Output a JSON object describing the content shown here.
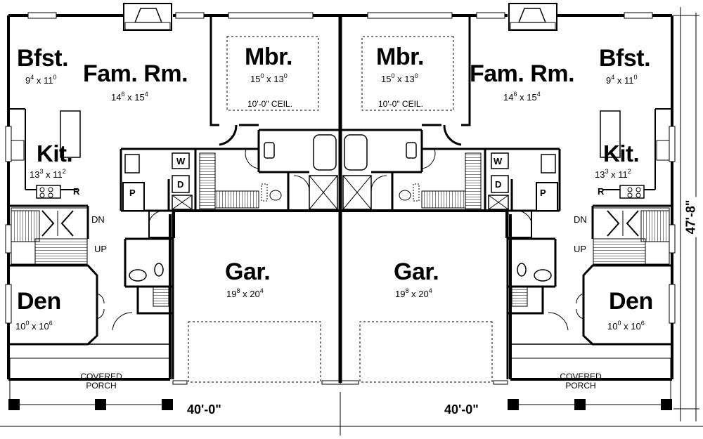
{
  "left_unit": {
    "bfst": {
      "name": "Bfst.",
      "w": "9",
      "wi": "4",
      "l": "11",
      "li": "0"
    },
    "fam": {
      "name": "Fam. Rm.",
      "w": "14",
      "wi": "6",
      "l": "15",
      "li": "4"
    },
    "mbr": {
      "name": "Mbr.",
      "w": "15",
      "wi": "0",
      "l": "13",
      "li": "0",
      "ceil": "10'-0\" CEIL."
    },
    "kit": {
      "name": "Kit.",
      "w": "13",
      "wi": "3",
      "l": "11",
      "li": "2"
    },
    "gar": {
      "name": "Gar.",
      "w": "19",
      "wi": "8",
      "l": "20",
      "li": "4"
    },
    "den": {
      "name": "Den",
      "w": "10",
      "wi": "0",
      "l": "10",
      "li": "6"
    },
    "porch_line1": "COVERED",
    "porch_line2": "PORCH",
    "laundry_w": "W",
    "laundry_d": "D",
    "pantry": "P",
    "range": "R",
    "stair_dn": "DN",
    "stair_up": "UP"
  },
  "right_unit": {
    "bfst": {
      "name": "Bfst.",
      "w": "9",
      "wi": "4",
      "l": "11",
      "li": "0"
    },
    "fam": {
      "name": "Fam. Rm.",
      "w": "14",
      "wi": "6",
      "l": "15",
      "li": "4"
    },
    "mbr": {
      "name": "Mbr.",
      "w": "15",
      "wi": "0",
      "l": "13",
      "li": "0",
      "ceil": "10'-0\" CEIL."
    },
    "kit": {
      "name": "Kit.",
      "w": "13",
      "wi": "3",
      "l": "11",
      "li": "2"
    },
    "gar": {
      "name": "Gar.",
      "w": "19",
      "wi": "8",
      "l": "20",
      "li": "4"
    },
    "den": {
      "name": "Den",
      "w": "10",
      "wi": "0",
      "l": "10",
      "li": "6"
    },
    "porch_line1": "COVERED",
    "porch_line2": "PORCH",
    "laundry_w": "W",
    "laundry_d": "D",
    "pantry": "P",
    "range": "R",
    "stair_dn": "DN",
    "stair_up": "UP"
  },
  "overall": {
    "width_left": "40'-0\"",
    "width_right": "40'-0\"",
    "depth": "47'-8\""
  }
}
